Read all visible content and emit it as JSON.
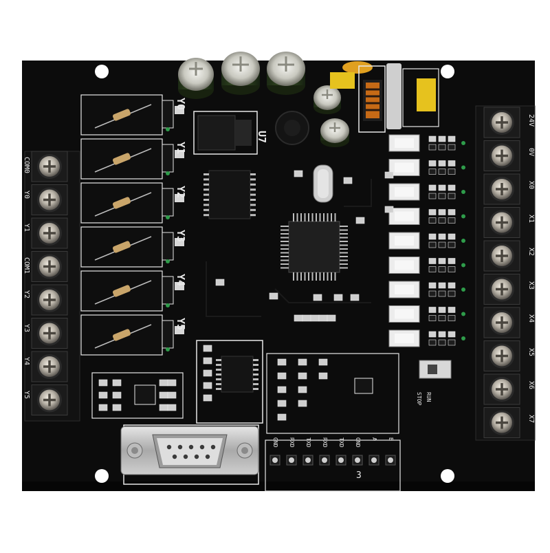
{
  "image": {
    "subject": "PLC control board",
    "board_color": "#0c0c0c",
    "silkscreen_color": "#e8e8e8"
  },
  "left_terminals": [
    "COM0",
    "Y0",
    "Y1",
    "COM1",
    "Y2",
    "Y3",
    "Y4",
    "Y5"
  ],
  "right_terminals": [
    "24V",
    "0V",
    "X0",
    "X1",
    "X2",
    "X3",
    "X4",
    "X5",
    "X6",
    "X7"
  ],
  "relay_labels": [
    "Y0",
    "Y1",
    "Y2",
    "Y3",
    "Y4",
    "Y5"
  ],
  "regulator_label": "U7",
  "bottom_header_labels": [
    "GND",
    "RXD",
    "TXD",
    "RXD",
    "TXD",
    "GND",
    "A",
    "B"
  ],
  "bottom_header_number": "3",
  "switch_label": "RUN",
  "switch_label2": "STOP"
}
